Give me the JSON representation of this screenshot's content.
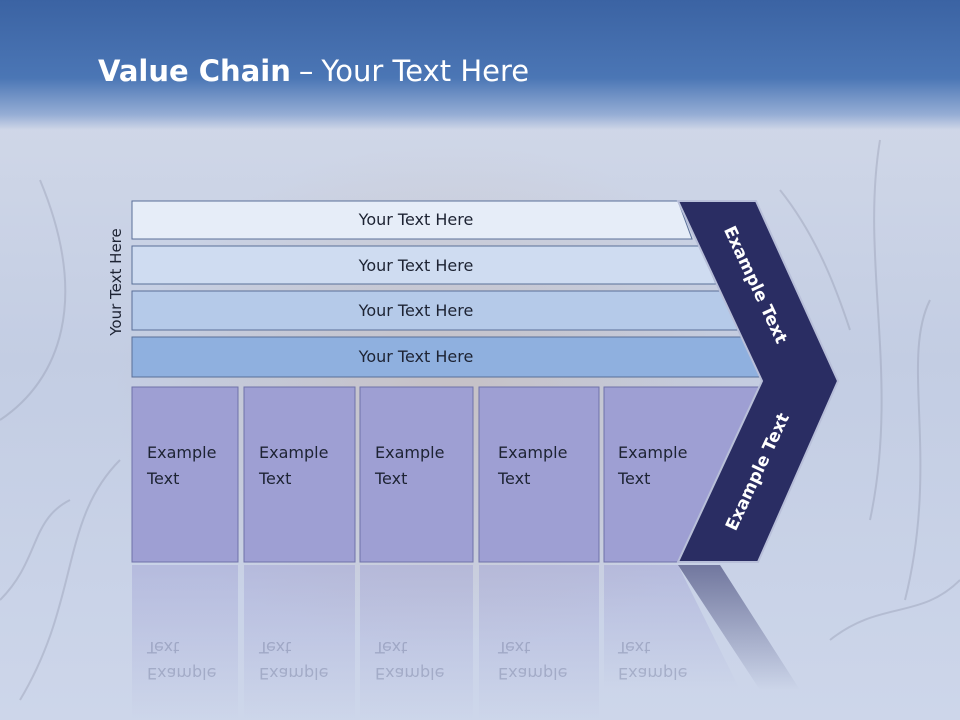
{
  "title": {
    "bold": "Value Chain",
    "separator": "–",
    "rest": "Your Text Here"
  },
  "side_label": "Your Text Here",
  "layers": [
    {
      "label": "Your Text Here"
    },
    {
      "label": "Your Text Here"
    },
    {
      "label": "Your Text Here"
    },
    {
      "label": "Your Text Here"
    }
  ],
  "columns": [
    {
      "line1": "Example",
      "line2": "Text"
    },
    {
      "line1": "Example",
      "line2": "Text"
    },
    {
      "line1": "Example",
      "line2": "Text"
    },
    {
      "line1": "Example",
      "line2": "Text"
    },
    {
      "line1": "Example",
      "line2": "Text"
    }
  ],
  "chevron": {
    "upper": "Example Text",
    "lower": "Example Text"
  },
  "colors": {
    "header": "#4170b0",
    "layer1": "#e6edf8",
    "layer2": "#cfdcf1",
    "layer3": "#b5cae9",
    "layer4": "#8fb0df",
    "column": "#9e9fd3",
    "chevron": "#2a2d63"
  }
}
